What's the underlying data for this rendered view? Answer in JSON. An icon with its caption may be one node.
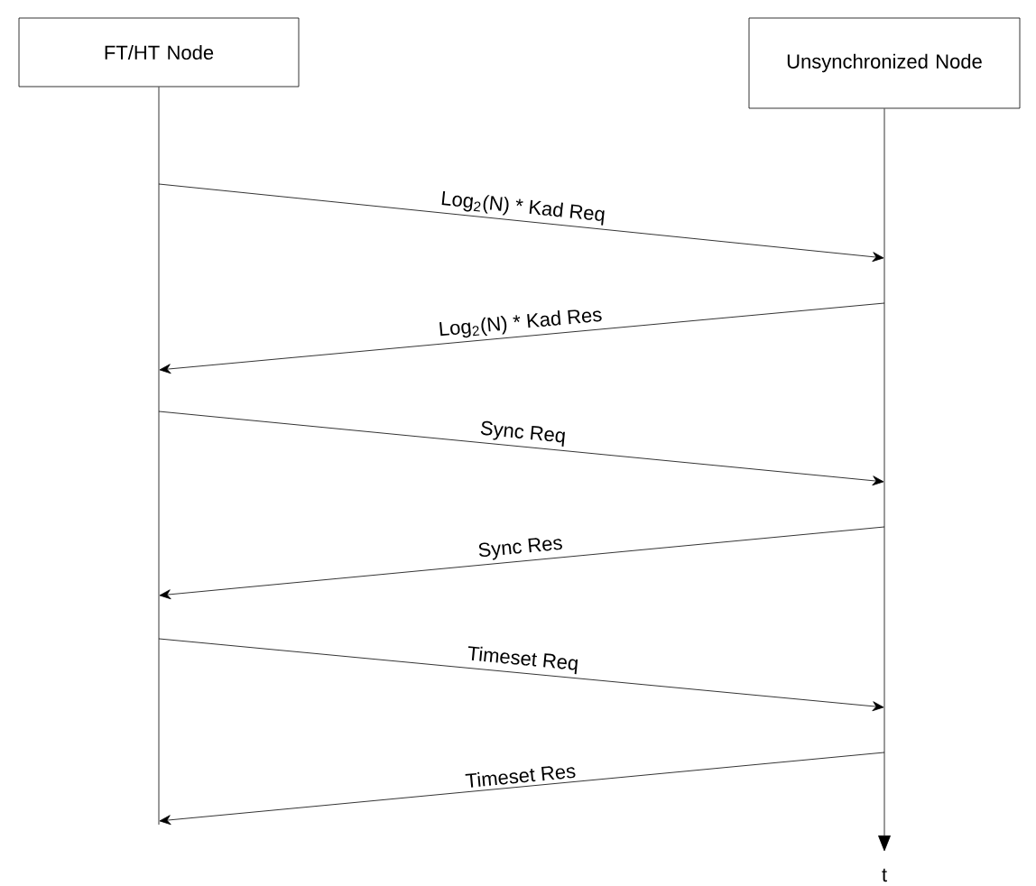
{
  "diagram": {
    "nodes": [
      {
        "text": [
          "FT/HT Node"
        ]
      },
      {
        "text": [
          "Unsynchronized Node"
        ]
      }
    ],
    "edges": [
      {
        "from": 0,
        "to": 1,
        "arrow": "to",
        "label": "Log$_{2}$(N) * Kad Req"
      },
      {
        "from": 1,
        "to": 0,
        "arrow": "to",
        "label": "Log$_{2}$(N) * Kad Res"
      },
      {
        "from": 0,
        "to": 1,
        "arrow": "to",
        "label": "Sync Req"
      },
      {
        "from": 1,
        "to": 0,
        "arrow": "to",
        "label": "Sync Res"
      },
      {
        "from": 0,
        "to": 1,
        "arrow": "to",
        "label": "Timeset Req"
      },
      {
        "from": 1,
        "to": 0,
        "arrow": "to",
        "label": "Timeset Res"
      }
    ],
    "labels": [
      "t"
    ]
  }
}
